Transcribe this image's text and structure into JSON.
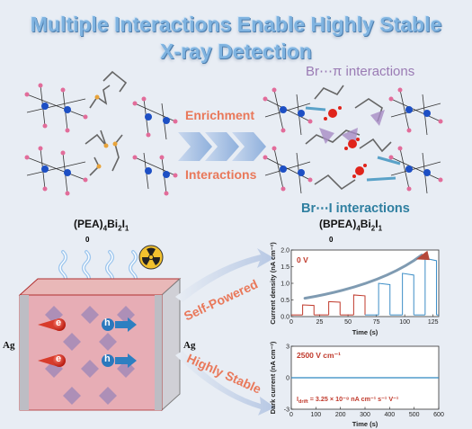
{
  "title": {
    "line1": "Multiple Interactions Enable Highly Stable",
    "line2": "X-ray Detection"
  },
  "labels": {
    "enrichment": "Enrichment",
    "interactions": "Interactions",
    "br_pi": "Br⋯π interactions",
    "br_i": "Br⋯I interactions",
    "self_powered": "Self-Powered",
    "highly_stable": "Highly Stable"
  },
  "formulas": {
    "left": {
      "pre": "(PEA)",
      "s1": "4",
      "mid": "Bi",
      "s2": "2",
      "el": "I",
      "s3": "1",
      "under": "0"
    },
    "right": {
      "pre": "(BPEA)",
      "s1": "4",
      "mid": "Bi",
      "s2": "2",
      "el": "I",
      "s3": "1",
      "under": "0"
    }
  },
  "device": {
    "electrode_left": "Ag",
    "electrode_right": "Ag",
    "electron": "e",
    "hole": "h"
  },
  "colors": {
    "title": "#7fb3e0",
    "accent_orange": "#e9785a",
    "purple": "#9a7bb4",
    "teal": "#2f7fa0",
    "curve_red": "#c0392b",
    "curve_blue": "#2e86c1"
  },
  "chart_data": [
    {
      "type": "line",
      "annotation": "0 V",
      "xlabel": "Time (s)",
      "ylabel": "Current density (nA cm⁻²)",
      "xlim": [
        0,
        130
      ],
      "xticks": [
        "0",
        "25",
        "50",
        "75",
        "100",
        "125"
      ],
      "ylim": [
        0,
        2.0
      ],
      "yticks": [
        "0.0",
        "0.5",
        "1.0",
        "1.5",
        "2.0"
      ],
      "pulses": [
        {
          "start": 10,
          "end": 20,
          "level": 0.35
        },
        {
          "start": 33,
          "end": 43,
          "level": 0.45
        },
        {
          "start": 55,
          "end": 65,
          "level": 0.65
        },
        {
          "start": 77,
          "end": 87,
          "level": 1.0
        },
        {
          "start": 98,
          "end": 108,
          "level": 1.3
        },
        {
          "start": 118,
          "end": 128,
          "level": 1.75
        }
      ],
      "baseline": 0.05
    },
    {
      "type": "line",
      "annotation": "2500 V cm⁻¹",
      "annotation2": "I_drift = 3.25 × 10⁻⁸ nA cm⁻¹ s⁻¹ V⁻¹",
      "annotation2_main": "I",
      "annotation2_sub": "drift",
      "annotation2_rest": " = 3.25 × 10⁻⁸ nA cm⁻¹ s⁻¹ V⁻¹",
      "xlabel": "Time (s)",
      "ylabel": "Dark current (nA cm⁻²)",
      "xlim": [
        0,
        600
      ],
      "xticks": [
        "0",
        "100",
        "200",
        "300",
        "400",
        "500",
        "600"
      ],
      "ylim": [
        -3,
        3
      ],
      "yticks": [
        "-3",
        "0",
        "3"
      ],
      "series": [
        {
          "x": [
            0,
            600
          ],
          "y": [
            0,
            0
          ]
        }
      ]
    }
  ]
}
